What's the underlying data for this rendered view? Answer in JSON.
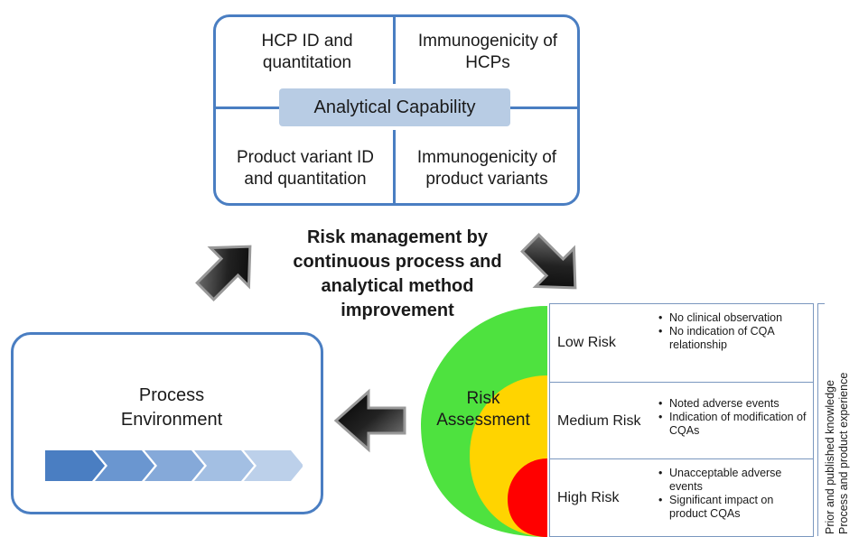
{
  "capability": {
    "top_left": "HCP ID and quantitation",
    "top_right": "Immunogenicity of HCPs",
    "center": "Analytical Capability",
    "bottom_left": "Product variant ID and quantitation",
    "bottom_right": "Immunogenicity of product variants"
  },
  "center_text": "Risk management by continuous process and analytical method improvement",
  "process": {
    "label": "Process Environment",
    "icons": [
      "bioreactor-icon",
      "vial-icon"
    ],
    "chevron_colors": [
      "#4a7ec2",
      "#6a96d0",
      "#85a9d9",
      "#a3bfe3",
      "#bcd0ea"
    ]
  },
  "risk": {
    "title": "Risk Assessment",
    "colors": {
      "low": "#4ee23f",
      "medium": "#ffd400",
      "high": "#ff0000"
    },
    "rows": [
      {
        "name": "Low Risk",
        "notes": [
          "No clinical observation",
          "No indication of CQA relationship"
        ]
      },
      {
        "name": "Medium Risk",
        "notes": [
          "Noted adverse events",
          "Indication of modification of CQAs"
        ]
      },
      {
        "name": "High Risk",
        "notes": [
          "Unacceptable adverse events",
          "Significant impact on product CQAs"
        ]
      }
    ]
  },
  "side_notes": [
    "Prior and published knowledge",
    "Process and product experience"
  ]
}
